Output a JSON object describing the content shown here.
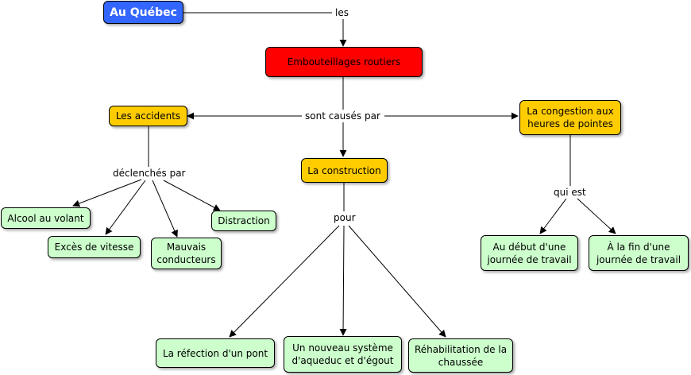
{
  "colors": {
    "root": "#3366ff",
    "main": "#ff0000",
    "category": "#ffcc00",
    "leaf": "#ccffcc",
    "line": "#000000"
  },
  "concepts": {
    "root": "Au Québec",
    "main": "Embouteillages routiers",
    "accidents": "Les accidents",
    "construction": "La construction",
    "congestion": "La congestion aux heures de pointes",
    "alcool": "Alcool au volant",
    "exces": "Excès de vitesse",
    "mauvais": "Mauvais conducteurs",
    "distraction": "Distraction",
    "refection": "La réfection d'un pont",
    "aqueduc": "Un nouveau système d'aqueduc et d'égout",
    "rehabilitation": "Réhabilitation de la chaussée",
    "debut": "Au début d'une journée de travail",
    "fin": "À la fin d'une journée de travail"
  },
  "links": {
    "les": "les",
    "causes": "sont causés par",
    "declenches": "déclenchés par",
    "pour": "pour",
    "quiest": "qui est"
  }
}
